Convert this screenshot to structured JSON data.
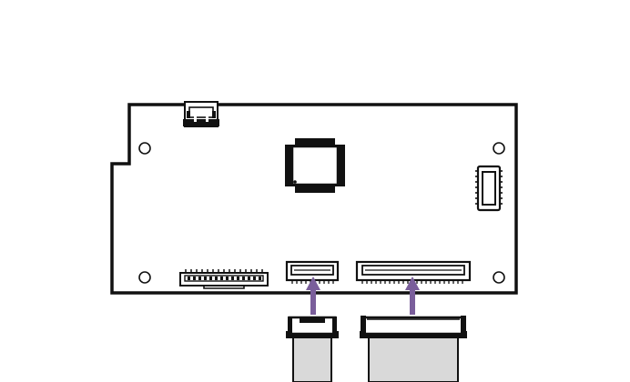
{
  "diagram": {
    "colors": {
      "background": "#ffffff",
      "outline": "#111111",
      "arrow": "#7a5e9b",
      "cable": "#d9d9d9"
    },
    "board": {
      "name": "circuit-board",
      "mounting_holes": 4
    },
    "components": [
      "usb-port",
      "qfp-chip",
      "side-fpc-connector",
      "pin-header-connector",
      "small-fpc-connector",
      "large-fpc-connector"
    ],
    "cables": [
      {
        "name": "small-ribbon-cable",
        "target": "small-fpc-connector"
      },
      {
        "name": "large-ribbon-cable",
        "target": "large-fpc-connector"
      }
    ],
    "arrows": [
      {
        "name": "insert-arrow-small",
        "direction": "up"
      },
      {
        "name": "insert-arrow-large",
        "direction": "up"
      }
    ]
  }
}
